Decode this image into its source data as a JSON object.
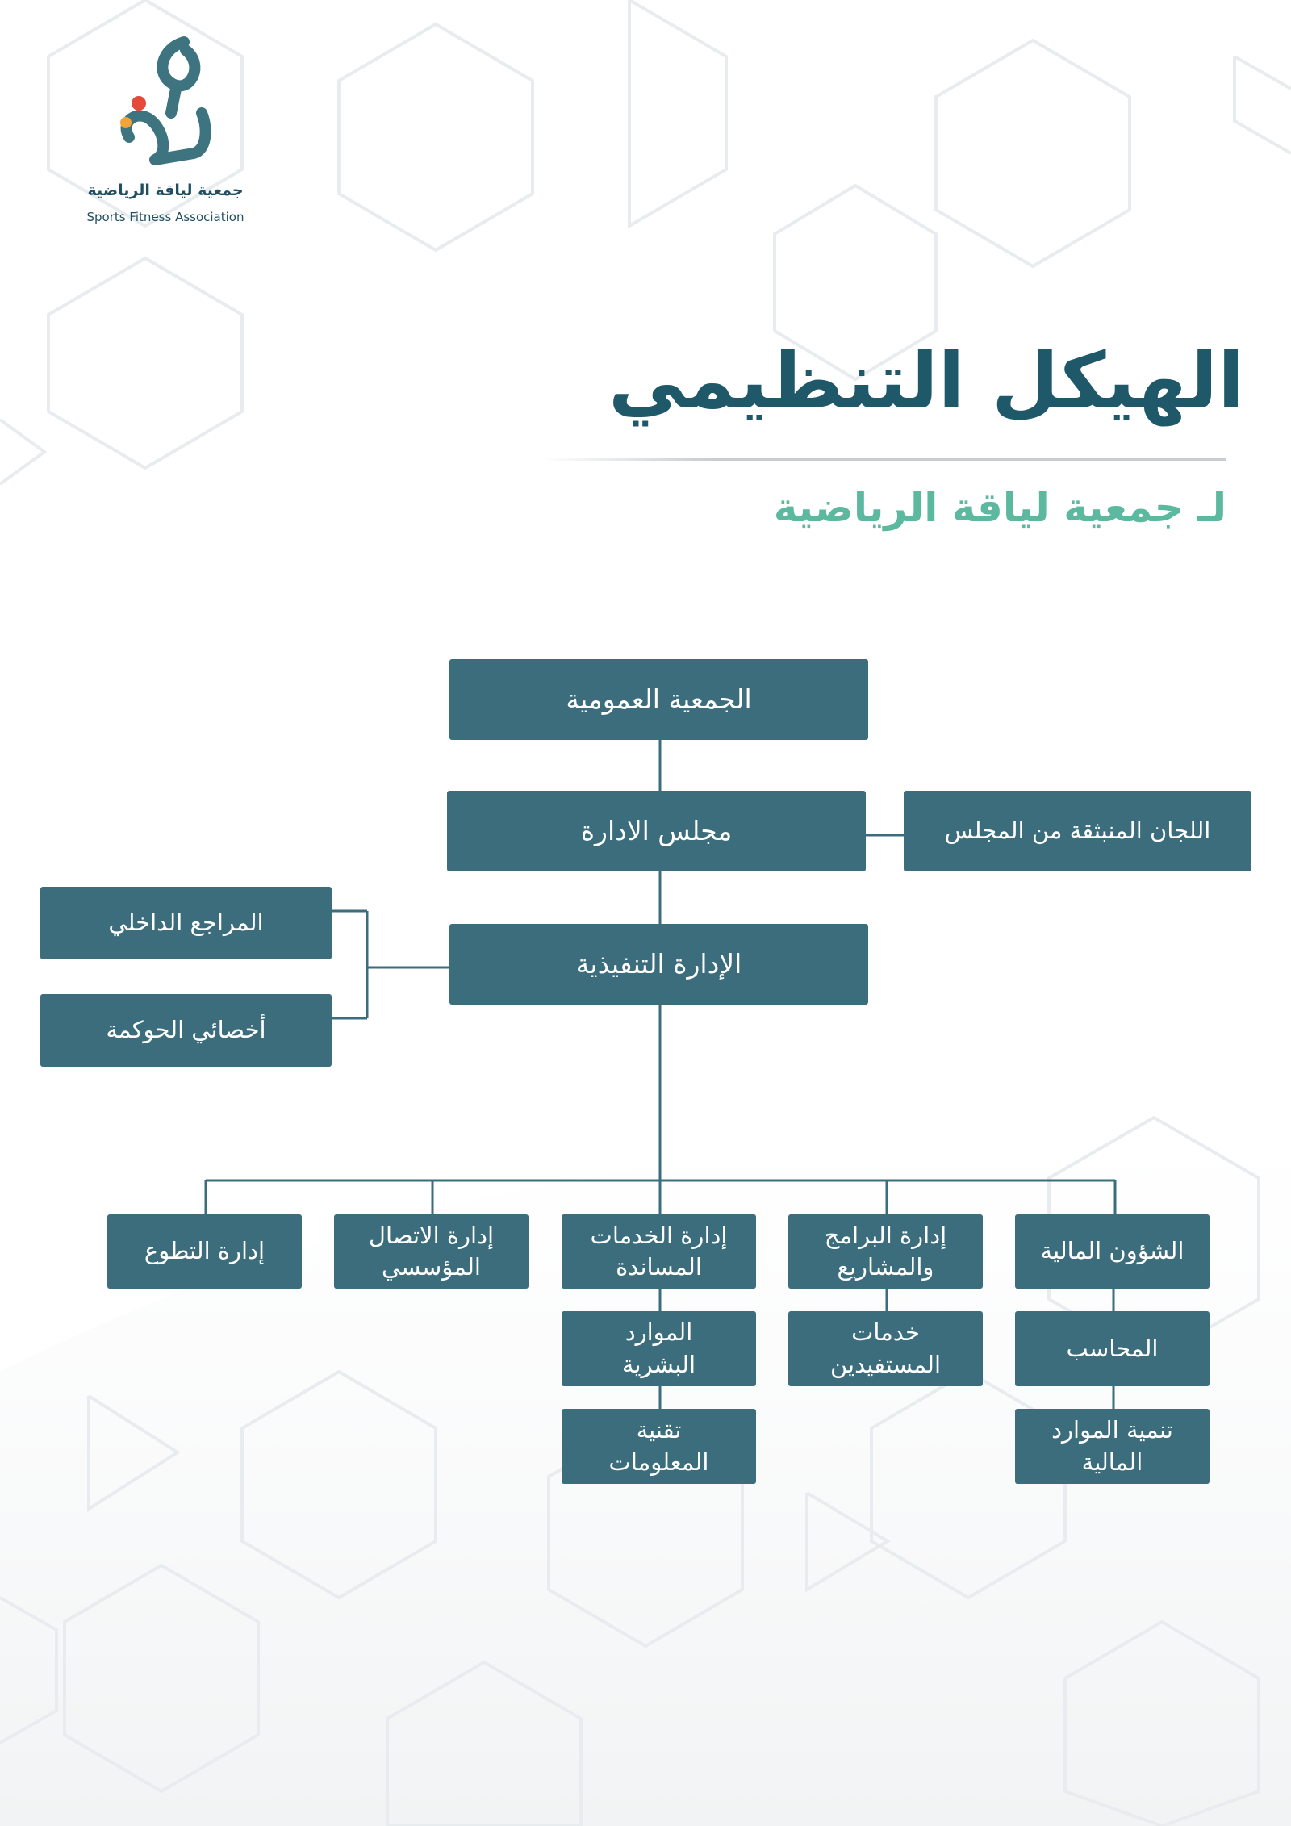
{
  "logo": {
    "name_ar": "جمعية لياقة الرياضية",
    "name_en": "Sports Fitness Association",
    "colors": {
      "teal": "#3e7480",
      "accent": "#e34a3a",
      "amber": "#f2a33a"
    }
  },
  "header": {
    "title": "الهيكل التنظيمي",
    "subtitle": "لـ جمعية لياقة الرياضية"
  },
  "org": {
    "general_assembly": "الجمعية العمومية",
    "board": "مجلس الادارة",
    "board_committees": "اللجان المنبثقة من المجلس",
    "executive": "الإدارة التنفيذية",
    "internal_auditor": "المراجع الداخلي",
    "governance_specialist": "أخصائي الحوكمة",
    "departments": {
      "finance": "الشؤون المالية",
      "programs": "إدارة البرامج والمشاريع",
      "support_services": "إدارة الخدمات المساندة",
      "communication": "إدارة الاتصال المؤسسي",
      "volunteering": "إدارة التطوع"
    },
    "sub_units": {
      "accountant": "المحاسب",
      "financial_development": "تنمية الموارد المالية",
      "beneficiary_services": "خدمات المستفيدين",
      "human_resources": "الموارد البشرية",
      "it": "تقنية المعلومات"
    }
  },
  "colors": {
    "box": "#3b6d7c",
    "title": "#1e5869",
    "subtitle": "#5db8a0",
    "line": "#3b6d7c"
  }
}
